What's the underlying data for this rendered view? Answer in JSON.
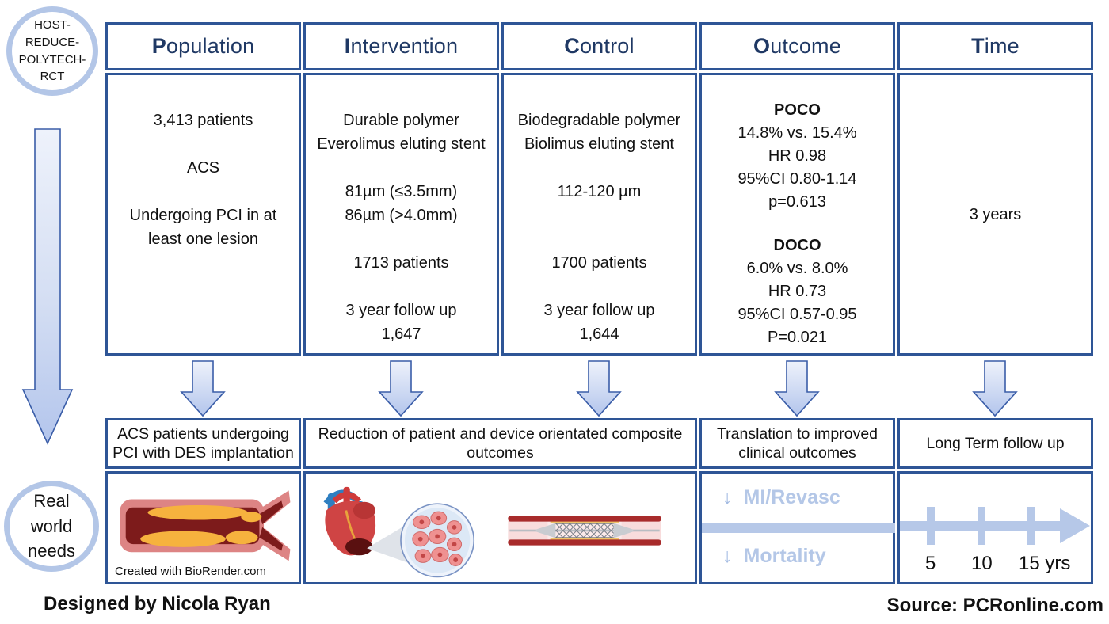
{
  "trial_badge": {
    "lines": [
      "HOST-",
      "REDUCE-",
      "POLYTECH-",
      "RCT"
    ]
  },
  "real_world_badge": {
    "lines": [
      "Real",
      "world",
      "needs"
    ]
  },
  "picot": {
    "population": {
      "header_first": "P",
      "header_rest": "opulation",
      "lines": [
        "3,413 patients",
        "",
        "ACS",
        "",
        "Undergoing PCI in at",
        "least one lesion"
      ]
    },
    "intervention": {
      "header_first": "I",
      "header_rest": "ntervention",
      "lines": [
        "Durable polymer",
        "Everolimus eluting stent",
        "",
        "81µm (≤3.5mm)",
        "86µm (>4.0mm)",
        "",
        "1713  patients",
        "",
        "3 year follow up",
        "1,647"
      ]
    },
    "control": {
      "header_first": "C",
      "header_rest": "ontrol",
      "lines": [
        "Biodegradable polymer",
        "Biolimus eluting stent",
        "",
        "112-120 µm",
        "",
        "",
        "1700 patients",
        "",
        "3 year follow up",
        "1,644"
      ]
    },
    "outcome": {
      "header_first": "O",
      "header_rest": "utcome",
      "groups": [
        {
          "title": "POCO",
          "lines": [
            "14.8% vs. 15.4%",
            "HR 0.98",
            "95%CI 0.80-1.14",
            "p=0.613"
          ]
        },
        {
          "title": "DOCO",
          "lines": [
            "6.0% vs. 8.0%",
            "HR 0.73",
            "95%CI 0.57-0.95",
            "P=0.021"
          ]
        }
      ]
    },
    "time": {
      "header_first": "T",
      "header_rest": "ime",
      "lines": [
        "3 years"
      ]
    }
  },
  "summary_row": {
    "population": "ACS patients undergoing PCI with DES implantation",
    "intervention_control": "Reduction of patient and device orientated composite outcomes",
    "outcome": "Translation to improved clinical outcomes",
    "time": "Long Term follow up"
  },
  "bottom_row": {
    "biorender_credit": "Created with BioRender.com",
    "effects": [
      {
        "arrow": "↓",
        "label": "MI/Revasc"
      },
      {
        "arrow": "↓",
        "label": "Mortality"
      }
    ],
    "timeline_ticks": [
      "5",
      "10",
      "15 yrs"
    ]
  },
  "footer": {
    "designer": "Designed by Nicola Ryan",
    "source": "Source: PCRonline.com"
  },
  "colors": {
    "border_blue": "#2e5596",
    "header_navy": "#1f3864",
    "light_blue": "#b4c7e7",
    "arrow_fill_light": "#eef2fb",
    "arrow_fill_dark": "#b9c9ec",
    "arrow_outline": "#3a5da8"
  }
}
